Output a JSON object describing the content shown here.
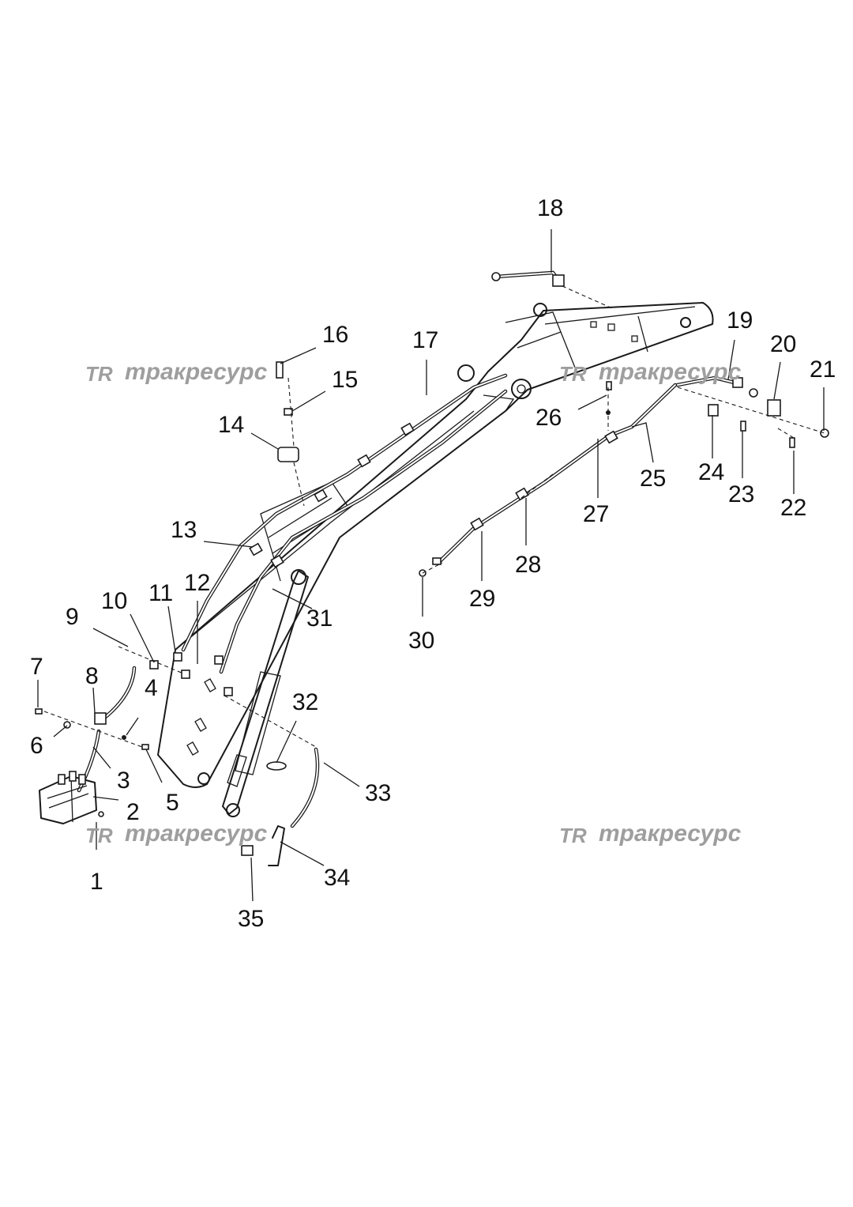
{
  "watermark": {
    "mark": "TR",
    "text": "тракресурс"
  },
  "callouts": [
    "1",
    "2",
    "3",
    "4",
    "5",
    "6",
    "7",
    "8",
    "9",
    "10",
    "11",
    "12",
    "13",
    "14",
    "15",
    "16",
    "17",
    "18",
    "19",
    "20",
    "21",
    "22",
    "23",
    "24",
    "25",
    "26",
    "27",
    "28",
    "29",
    "30",
    "31",
    "32",
    "33",
    "34",
    "35"
  ]
}
